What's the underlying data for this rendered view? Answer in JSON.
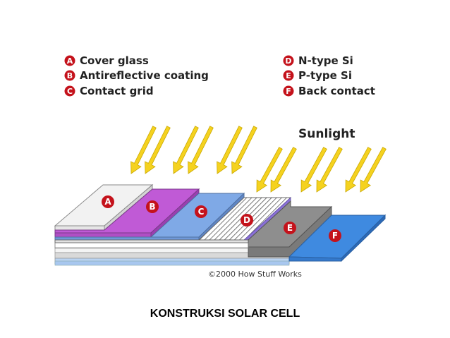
{
  "legend": {
    "items": [
      {
        "letter": "A",
        "label": "Cover glass"
      },
      {
        "letter": "B",
        "label": "Antireflective coating"
      },
      {
        "letter": "C",
        "label": "Contact grid"
      },
      {
        "letter": "D",
        "label": "N-type Si"
      },
      {
        "letter": "E",
        "label": "P-type Si"
      },
      {
        "letter": "F",
        "label": "Back contact"
      }
    ]
  },
  "layers": [
    {
      "letter": "A",
      "color": "#f2f2f2"
    },
    {
      "letter": "B",
      "color": "#c05ad6"
    },
    {
      "letter": "C",
      "color": "#7fa9e6"
    },
    {
      "letter": "D",
      "color": "#e4e4e4"
    },
    {
      "letter": "E",
      "color": "#8e8e8e"
    },
    {
      "letter": "F",
      "color": "#3f8ae0"
    }
  ],
  "sunlight_label": "Sunlight",
  "copyright": "©2000 How Stuff Works",
  "caption": "KONSTRUKSI SOLAR CELL",
  "colors": {
    "marker": "#c4121b",
    "arrow": "#f5d21f",
    "arrow_outline": "#c9a800"
  }
}
